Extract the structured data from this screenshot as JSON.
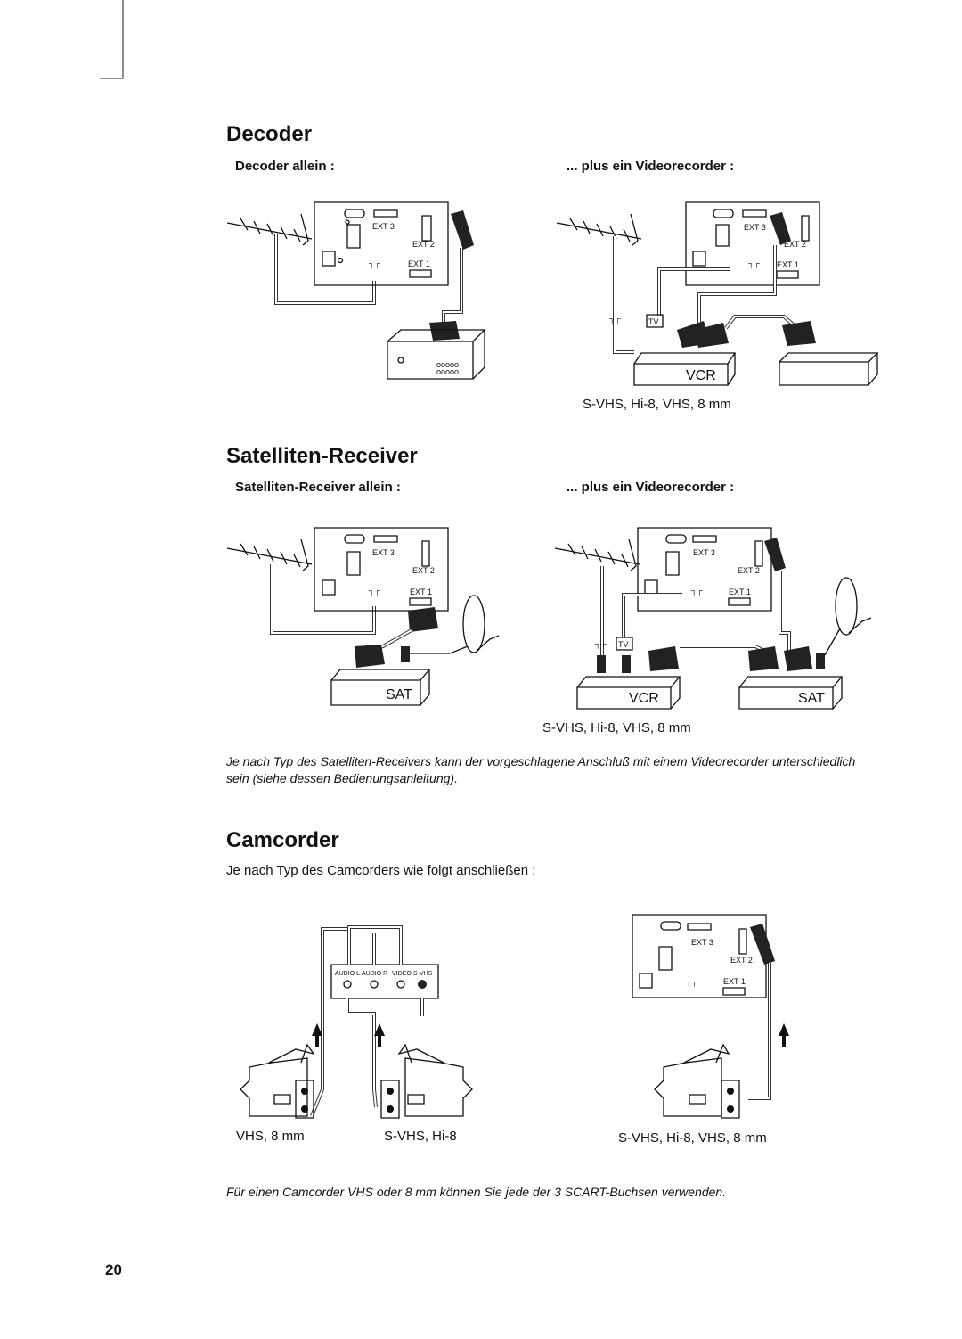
{
  "page_number": "20",
  "decoder": {
    "title": "Decoder",
    "left_caption": "Decoder allein :",
    "right_caption": "... plus ein Videorecorder :",
    "formats": "S-VHS, Hi-8, VHS, 8 mm"
  },
  "satellite": {
    "title": "Satelliten-Receiver",
    "left_caption": "Satelliten-Receiver allein :",
    "right_caption": "... plus ein Videorecorder :",
    "formats": "S-VHS, Hi-8, VHS, 8 mm",
    "note": "Je nach Typ des Satelliten-Receivers kann der vorgeschlagene Anschluß mit einem Videorecorder unterschiedlich sein (siehe dessen Bedienungsanleitung)."
  },
  "camcorder": {
    "title": "Camcorder",
    "intro": "Je nach Typ des Camcorders wie folgt anschließen :",
    "label_vhs": "VHS, 8 mm",
    "label_svhs": "S-VHS, Hi-8",
    "label_all": "S-VHS, Hi-8, VHS, 8 mm",
    "note": "Für einen Camcorder VHS oder 8 mm können Sie jede der 3 SCART-Buchsen verwenden."
  },
  "diagram_labels": {
    "ext1": "EXT 1",
    "ext2": "EXT 2",
    "ext3": "EXT 3",
    "vcr": "VCR",
    "sat": "SAT",
    "tv": "TV",
    "audio_l": "AUDIO L",
    "audio_r": "AUDIO R",
    "video": "VIDEO",
    "svhs": "S-VHS"
  }
}
